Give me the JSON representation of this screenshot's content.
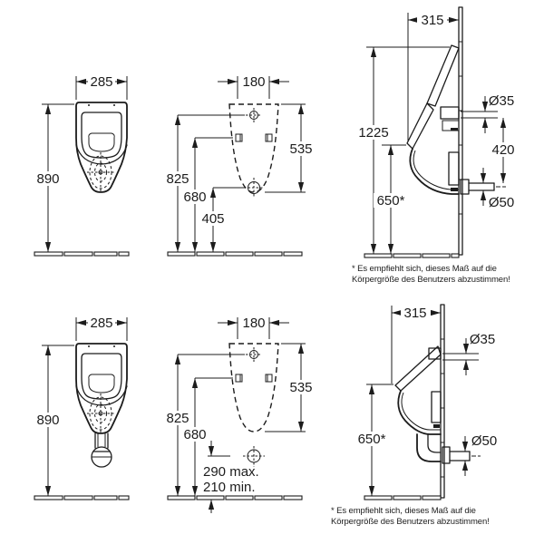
{
  "drawing": {
    "colors": {
      "line": "#1c1c1c",
      "background": "#ffffff"
    },
    "top_row": {
      "front_view": {
        "width_label": "285",
        "height_label": "890"
      },
      "mounting_view": {
        "hole_spacing_label": "180",
        "outline_height_label": "535",
        "inlet_height_label": "825",
        "bracket_height_label": "680",
        "drain_height_label": "405"
      },
      "side_view": {
        "depth_label": "315",
        "supply_top_height_label": "1225",
        "rim_height_label": "650*",
        "inlet_diameter_label": "Ø35",
        "inlet_outlet_spacing_label": "420",
        "outlet_diameter_label": "Ø50"
      },
      "footnote": {
        "line1": "* Es empfiehlt sich, dieses Maß auf die",
        "line2": "Körpergröße des Benutzers abzustimmen!"
      }
    },
    "bottom_row": {
      "front_view": {
        "width_label": "285",
        "height_label": "890"
      },
      "mounting_view": {
        "hole_spacing_label": "180",
        "outline_height_label": "535",
        "inlet_height_label": "825",
        "bracket_height_label": "680",
        "drain_height_max_label": "290 max.",
        "drain_height_min_label": "210 min."
      },
      "side_view": {
        "depth_label": "315",
        "rim_height_label": "650*",
        "inlet_diameter_label": "Ø35",
        "outlet_diameter_label": "Ø50"
      },
      "footnote": {
        "line1": "* Es empfiehlt sich, dieses Maß auf die",
        "line2": "Körpergröße des Benutzers abzustimmen!"
      }
    }
  }
}
